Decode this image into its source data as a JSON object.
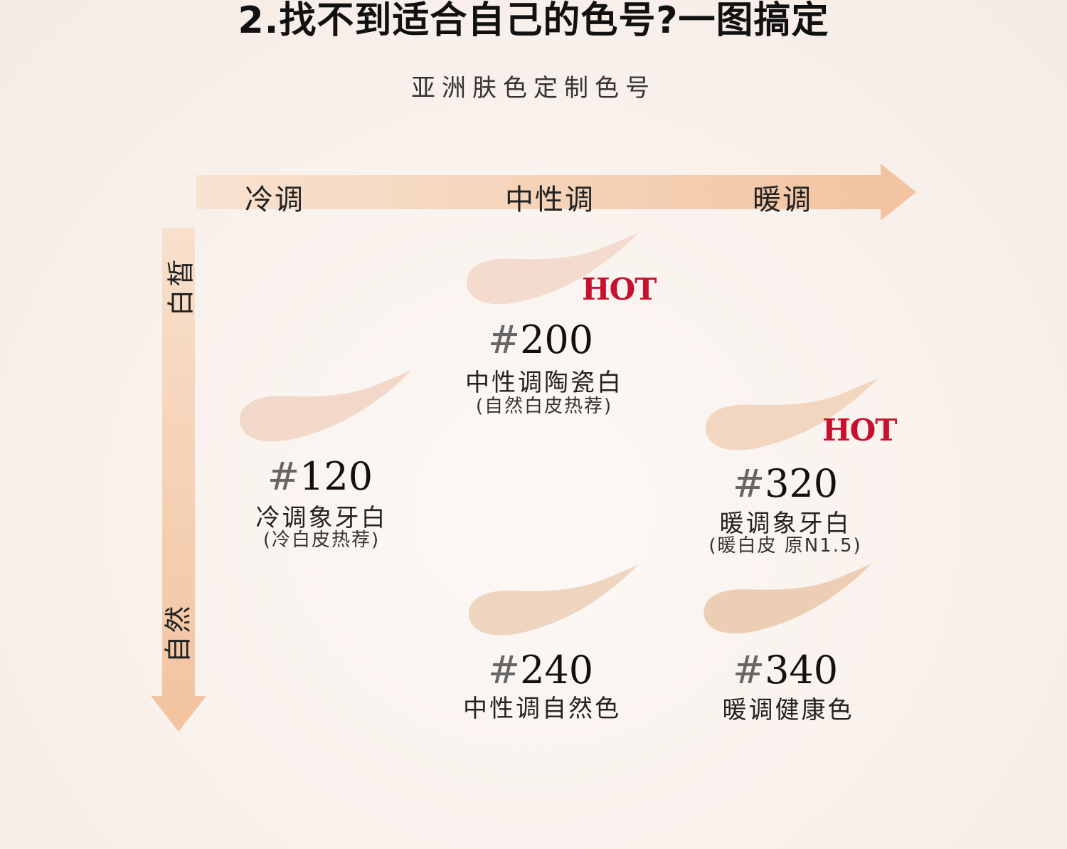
{
  "title": "2.找不到适合自己的色号?一图搞定",
  "subtitle": "亚洲肤色定制色号",
  "axis_x": {
    "cool": "冷调",
    "neutral": "中性调",
    "warm": "暖调",
    "color": "#f3c9a6"
  },
  "axis_y": {
    "fair": "白皙",
    "natural": "自然",
    "color": "#f3c9a6"
  },
  "hot_label": "HOT",
  "hot_color": "#c8102e",
  "products": {
    "p200": {
      "code": "200",
      "name": "中性调陶瓷白",
      "note": "(自然白皮热荐)",
      "hot": true,
      "swatch_color": "#f3dccd"
    },
    "p120": {
      "code": "120",
      "name": "冷调象牙白",
      "note": "(冷白皮热荐)",
      "hot": false,
      "swatch_color": "#f1d8c8"
    },
    "p320": {
      "code": "320",
      "name": "暖调象牙白",
      "note": "(暖白皮 原N1.5)",
      "hot": true,
      "swatch_color": "#f2d6c0"
    },
    "p240": {
      "code": "240",
      "name": "中性调自然色",
      "note": "",
      "hot": false,
      "swatch_color": "#eed5bf"
    },
    "p340": {
      "code": "340",
      "name": "暖调健康色",
      "note": "",
      "hot": false,
      "swatch_color": "#ebceb4"
    }
  }
}
